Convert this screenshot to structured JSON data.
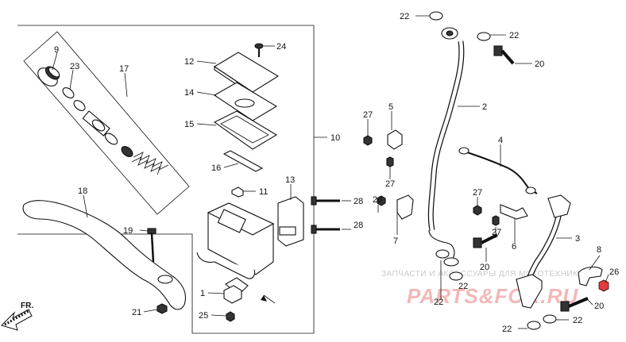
{
  "diagram": {
    "callouts": [
      "22",
      "22",
      "20",
      "24",
      "12",
      "9",
      "23",
      "17",
      "14",
      "2",
      "15",
      "5",
      "27",
      "10",
      "4",
      "16",
      "27",
      "13",
      "11",
      "28",
      "27",
      "26",
      "18",
      "28",
      "7",
      "27",
      "6",
      "3",
      "19",
      "20",
      "8",
      "26",
      "1",
      "22",
      "22",
      "20",
      "21",
      "FR.",
      "25",
      "22",
      "22"
    ],
    "highlight_color": "#e63a3a"
  },
  "watermark": {
    "line1": "ЗАПЧАСТИ И АКСЕССУАРЫ ДЛЯ МОТОТЕХНИКИ",
    "line2": "PARTS&FOR.RU",
    "color": "#f2b8b8"
  }
}
